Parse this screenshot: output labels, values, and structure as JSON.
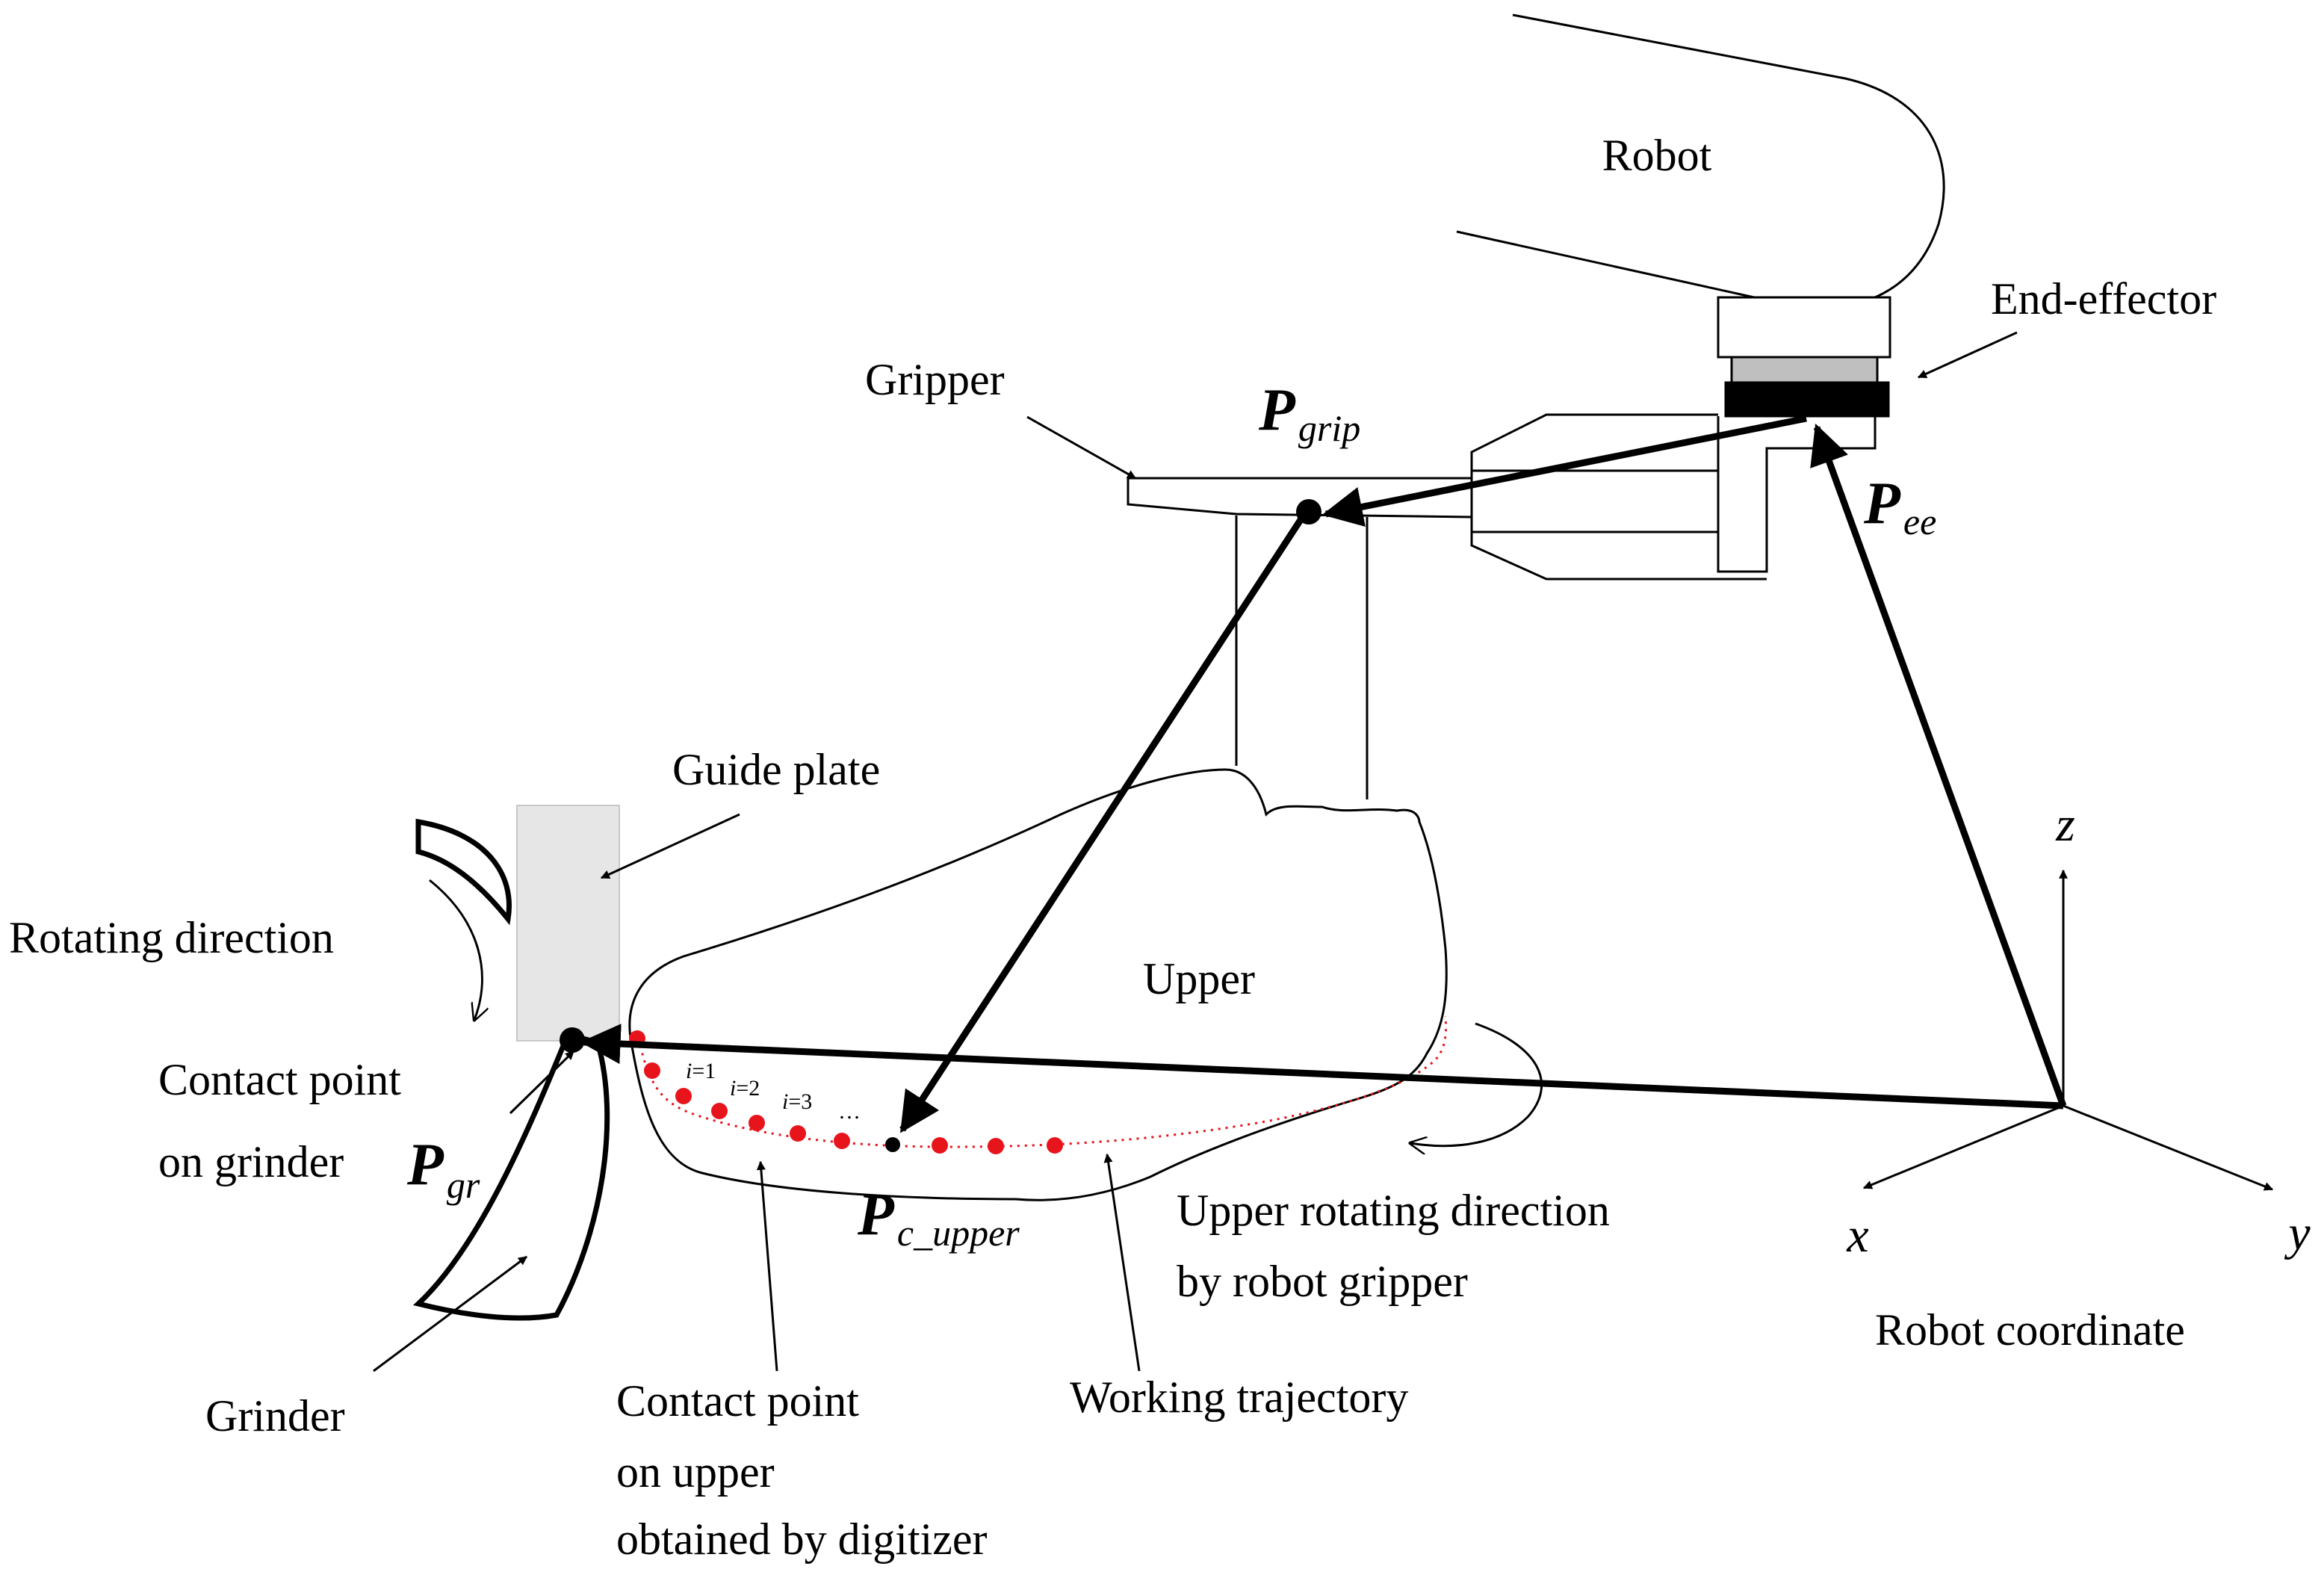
{
  "labels": {
    "robot": "Robot",
    "end_effector": "End-effector",
    "gripper": "Gripper",
    "guide_plate": "Guide plate",
    "rotating_direction": "Rotating direction",
    "contact_grinder_line1": "Contact point",
    "contact_grinder_line2": "on grinder",
    "upper": "Upper",
    "upper_rotating_line1": "Upper rotating direction",
    "upper_rotating_line2": "by robot gripper",
    "robot_coordinate": "Robot coordinate",
    "grinder": "Grinder",
    "contact_upper_line1": "Contact point",
    "contact_upper_line2": "on upper",
    "contact_upper_line3": "obtained by digitizer",
    "working_trajectory": "Working trajectory"
  },
  "points": {
    "p_grip": {
      "main": "P",
      "sub": "grip"
    },
    "p_ee": {
      "main": "P",
      "sub": "ee"
    },
    "p_gr": {
      "main": "P",
      "sub": "gr"
    },
    "p_c_upper": {
      "main": "P",
      "sub": "c_upper"
    }
  },
  "indices": {
    "i1": {
      "var": "i",
      "rest": "=1"
    },
    "i2": {
      "var": "i",
      "rest": "=2"
    },
    "i3": {
      "var": "i",
      "rest": "=3"
    },
    "ellipsis": "…"
  },
  "axes": {
    "x": "x",
    "y": "y",
    "z": "z"
  },
  "colors": {
    "contact_dots": "#e8141b",
    "guide_plate_fill": "#e6e6e6",
    "flange_gray": "#bfbfbf",
    "flange_black": "#000000"
  }
}
